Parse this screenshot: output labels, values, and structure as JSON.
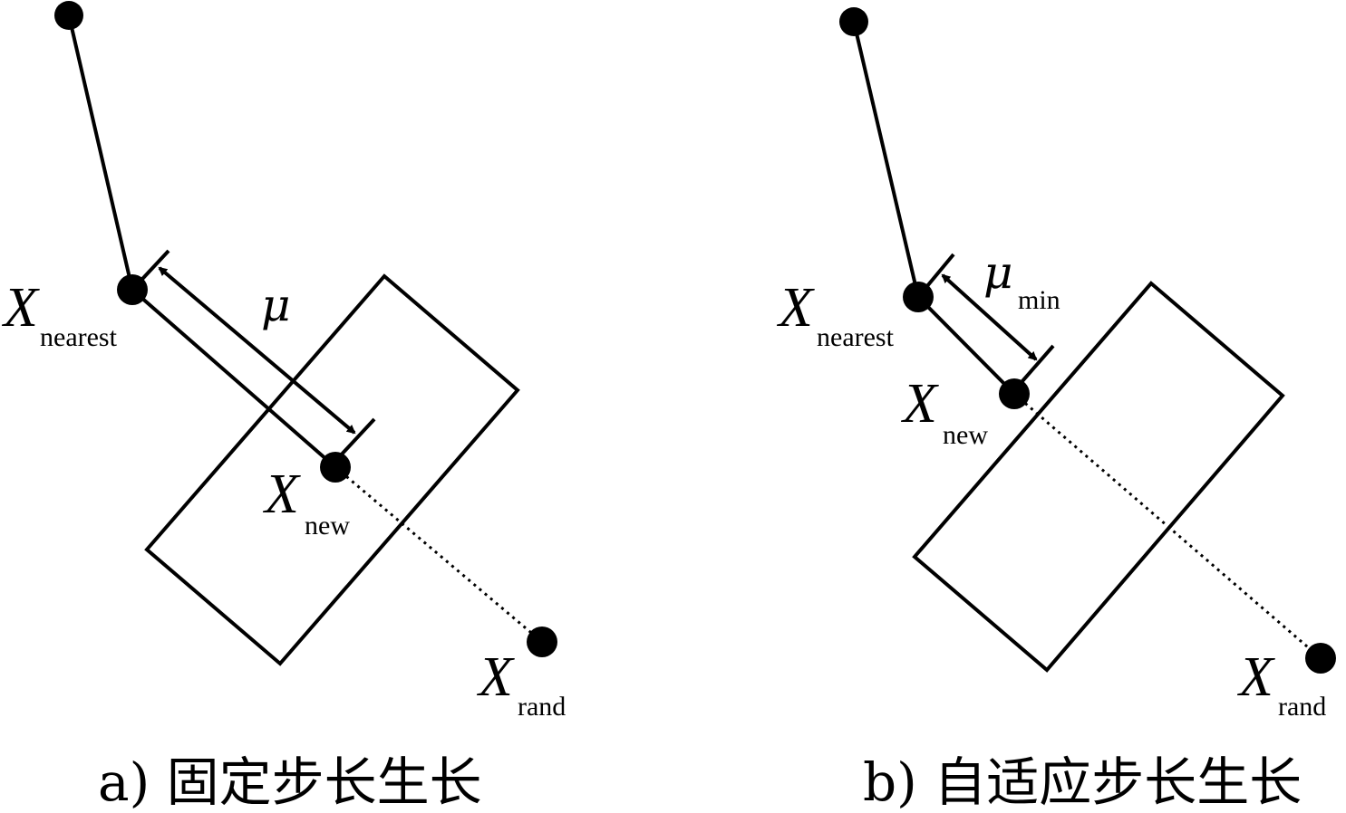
{
  "panel_a": {
    "caption": "a) 固定步长生长",
    "nearest_label": "X",
    "nearest_sub": "nearest",
    "new_label": "X",
    "new_sub": "new",
    "rand_label": "X",
    "rand_sub": "rand",
    "step_label": "μ"
  },
  "panel_b": {
    "caption": "b) 自适应步长生长",
    "nearest_label": "X",
    "nearest_sub": "nearest",
    "new_label": "X",
    "new_sub": "new",
    "rand_label": "X",
    "rand_sub": "rand",
    "step_label": "μ",
    "step_sub": "min"
  }
}
